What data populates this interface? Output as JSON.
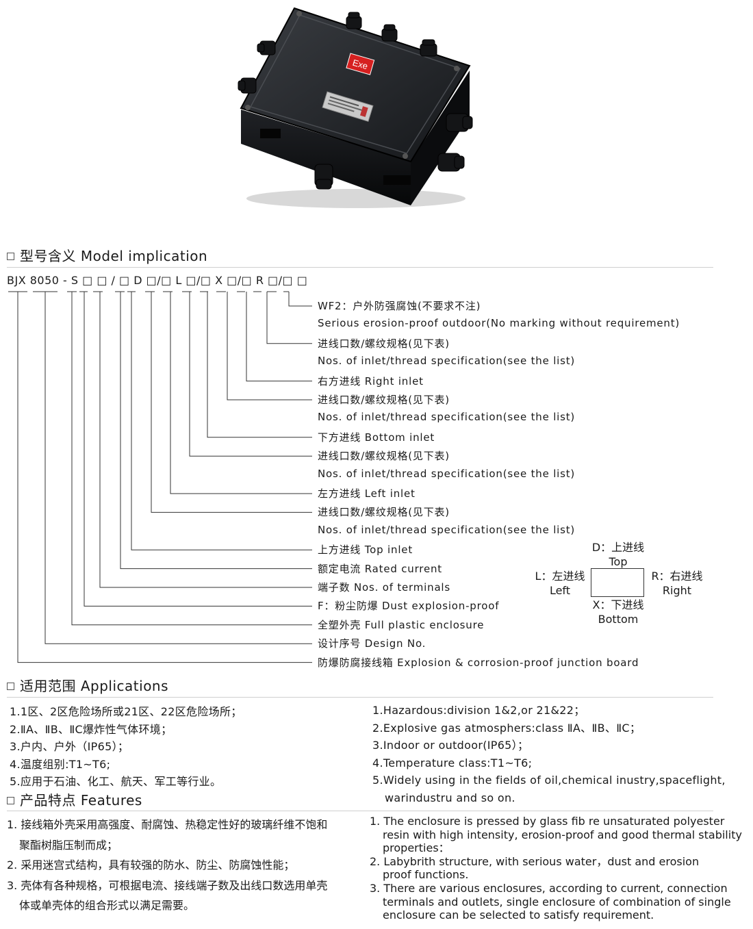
{
  "product_image": {
    "badge": "Exe"
  },
  "model_section": {
    "title": "型号含义 Model implication",
    "model_code": "BJX 8050 - S □ □ / □ D □/□ L □/□ X □/□ R □/□ □",
    "labels": [
      "WF2：户外防强腐蚀(不要求不注)",
      "Serious erosion-proof outdoor(No marking without requirement)",
      "进线口数/螺纹规格(见下表)",
      "Nos. of inlet/thread specification(see the list)",
      "右方进线  Right inlet",
      "进线口数/螺纹规格(见下表)",
      "Nos. of inlet/thread specification(see the list)",
      "下方进线  Bottom inlet",
      "进线口数/螺纹规格(见下表)",
      "Nos. of inlet/thread specification(see the list)",
      "左方进线  Left inlet",
      "进线口数/螺纹规格(见下表)",
      "Nos. of inlet/thread specification(see the list)",
      "上方进线  Top inlet",
      "额定电流  Rated current",
      "端子数  Nos. of terminals",
      "F：粉尘防爆  Dust explosion-proof",
      "全塑外壳  Full plastic enclosure",
      "设计序号  Design No.",
      "防爆防腐接线箱  Explosion & corrosion-proof junction board"
    ],
    "direction_diagram": {
      "top": [
        "D：上进线",
        "Top"
      ],
      "left": [
        "L：左进线",
        "Left"
      ],
      "right": [
        "R：右进线",
        "Right"
      ],
      "bottom": [
        "X：下进线",
        "Bottom"
      ]
    }
  },
  "applications": {
    "title": "适用范围 Applications",
    "cn": [
      "1.1区、2区危险场所或21区、22区危险场所；",
      "2.ⅡA、ⅡB、ⅡC爆炸性气体环境；",
      "3.户内、户外（IP65）；",
      "4.温度组别:T1~T6;",
      "5.应用于石油、化工、航天、军工等行业。"
    ],
    "en": [
      "1.Hazardous:division 1&2,or 21&22；",
      "2.Explosive gas atmosphers:class ⅡA、ⅡB、ⅡC；",
      "3.Indoor or outdoor(IP65）；",
      "4.Temperature class:T1~T6;",
      "5.Widely using in the fields of oil,chemical inustry,spaceflight,",
      "warindustru and so on."
    ]
  },
  "features": {
    "title": "产品特点 Features",
    "cn": [
      "1. 接线箱外壳采用高强度、耐腐蚀、热稳定性好的玻璃纤维不饱和",
      "聚酯树脂压制而成；",
      "2. 采用迷宫式结构，具有较强的防水、防尘、防腐蚀性能；",
      "3. 壳体有各种规格，可根据电流、接线端子数及出线口数选用单壳",
      "体或单壳体的组合形式以满足需要。"
    ],
    "en": [
      "1. The enclosure is pressed by glass fib re unsaturated polyester",
      "resin with high intensity, erosion-proof and good thermal stability",
      "properties：",
      "2. Labybrith structure, with serious water，dust and erosion",
      "proof functions.",
      "3. There are various enclosures, according to current, connection",
      "terminals and outlets, single enclosure of combination of single",
      "enclosure can be selected to satisfy requirement."
    ]
  }
}
